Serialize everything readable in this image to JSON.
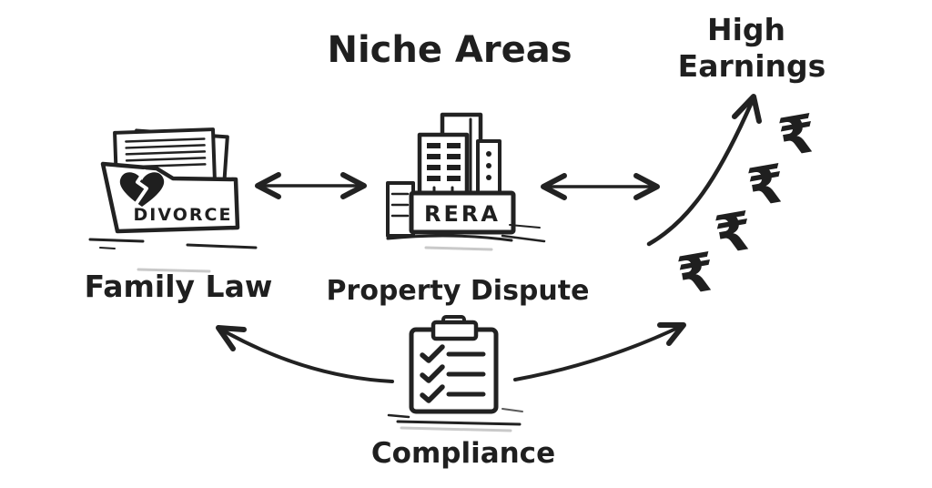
{
  "title": "Niche Areas",
  "colors": {
    "ink": "#1f1f1f",
    "background": "#ffffff",
    "shadow": "#c9c9c9"
  },
  "nodes": {
    "family_law": {
      "label": "Family Law",
      "icon": "divorce-folder-icon",
      "folder_text": "DIVORCE"
    },
    "property_dispute": {
      "label": "Property Dispute",
      "icon": "rera-building-icon",
      "sign_text": "RERA"
    },
    "high_earnings": {
      "label_line1": "High",
      "label_line2": "Earnings",
      "icon": "rising-rupee-curve-icon",
      "currency_symbol": "₹",
      "currency_count": 4
    },
    "compliance": {
      "label": "Compliance",
      "icon": "checklist-clipboard-icon",
      "checklist_items": 3
    }
  },
  "connections": [
    {
      "from": "family-law",
      "to": "property-dispute",
      "style": "double-headed-arrow"
    },
    {
      "from": "property-dispute",
      "to": "high-earnings",
      "style": "double-headed-arrow"
    },
    {
      "from": "compliance",
      "to": "family-law",
      "style": "curved-arrow"
    },
    {
      "from": "compliance",
      "to": "high-earnings",
      "style": "curved-arrow"
    }
  ]
}
